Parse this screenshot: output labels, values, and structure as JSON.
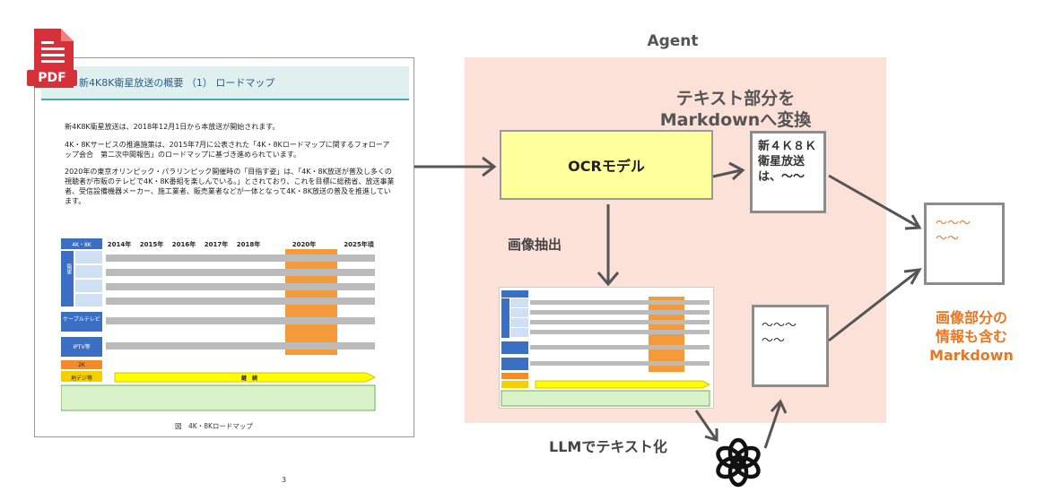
{
  "agent": {
    "title": "Agent",
    "convert_label_line1": "テキスト部分を",
    "convert_label_line2": "Markdownへ変換",
    "ocr_model": "OCRモデル",
    "image_extract": "画像抽出",
    "llm_label": "LLMでテキスト化",
    "result_line1": "画像部分の",
    "result_line2": "情報も含む",
    "result_line3": "Markdown"
  },
  "notes": {
    "ocr_output": "新４Ｋ８Ｋ衛星放送は、～～",
    "llm_output_line1": "～～～",
    "llm_output_line2": "～～",
    "final_line1": "～～～",
    "final_line2": "～～"
  },
  "pdf": {
    "icon_label": "PDF",
    "title": "新4K8K衛星放送の概要 （1） ロードマップ",
    "para1": "新4K8K衛星放送は、2018年12月1日から本放送が開始されます。",
    "para2": "4K・8Kサービスの推進施策は、2015年7月に公表された「4K・8Kロードマップに関するフォローアップ会合　第二次中間報告」のロードマップに基づき進められています。",
    "para3": "2020年の東京オリンピック・パラリンピック開催時の「目指す姿」は、「4K・8K放送が普及し多くの視聴者が市販のテレビで4K・8K番組を楽しんでいる。」とされており、これを目標に総務省、放送事業者、受信設備機器メーカー、施工業者、販売業者などが一体となって4K・8K放送の普及を推進しています。",
    "caption": "図　4K・8Kロードマップ",
    "page_number": "3"
  },
  "roadmap": {
    "corner": "4K・8K",
    "years": [
      "2014年",
      "2015年",
      "2016年",
      "2017年",
      "2018年",
      "2020年",
      "2025年頃"
    ],
    "rows": [
      "衛星",
      "ケーブルテレビ",
      "IPTV等"
    ],
    "row_2k": "2K",
    "row_digital": "地デジ等",
    "continuation": "継　続"
  },
  "colors": {
    "agent_panel": "#fbe1d8",
    "ocr_box": "#ffff9c",
    "accent_orange": "#e87722",
    "pdf_red": "#d6313b"
  }
}
